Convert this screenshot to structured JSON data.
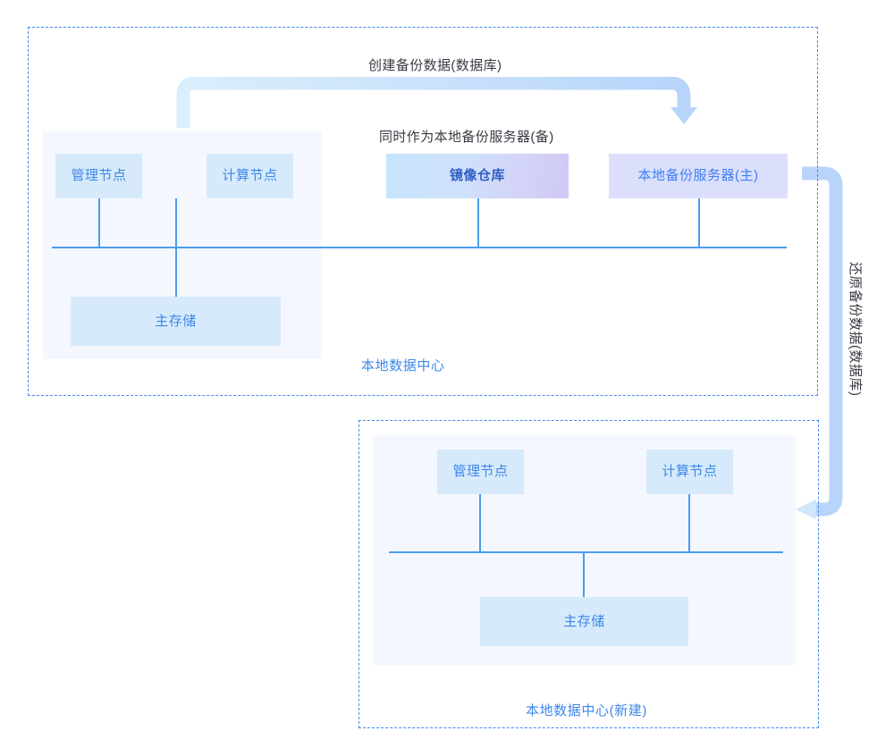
{
  "diagram": {
    "title_caption": "创建备份数据(数据库)",
    "secondary_caption": "同时作为本地备份服务器(备)",
    "restore_caption": "还原备份数据(数据库)",
    "colors": {
      "accent_blue": "#3d87e8",
      "dashed_border": "#3d8bf2",
      "node_blue_fill": "#d6eafb",
      "node_purple_fill": "#dcdffb",
      "panel_fill": "#f4f8fe",
      "line_blue": "#4a9cf0",
      "arrow_light": "#cfe6fb",
      "arrow_blue": "#b9d4fb",
      "text_dark": "#3a3a44"
    },
    "zones": [
      {
        "id": "local-dc",
        "label": "本地数据中心",
        "nodes": [
          {
            "id": "mgmt-node",
            "label": "管理节点",
            "style": "blue"
          },
          {
            "id": "compute-node",
            "label": "计算节点",
            "style": "blue"
          },
          {
            "id": "image-repo",
            "label": "镜像仓库",
            "style": "gradient"
          },
          {
            "id": "backup-server",
            "label": "本地备份服务器(主)",
            "style": "purple"
          },
          {
            "id": "primary-storage",
            "label": "主存储",
            "style": "storage"
          }
        ]
      },
      {
        "id": "local-dc-new",
        "label": "本地数据中心(新建)",
        "nodes": [
          {
            "id": "mgmt-node-new",
            "label": "管理节点",
            "style": "blue"
          },
          {
            "id": "compute-node-new",
            "label": "计算节点",
            "style": "blue"
          },
          {
            "id": "primary-storage-new",
            "label": "主存储",
            "style": "storage"
          }
        ]
      }
    ]
  }
}
